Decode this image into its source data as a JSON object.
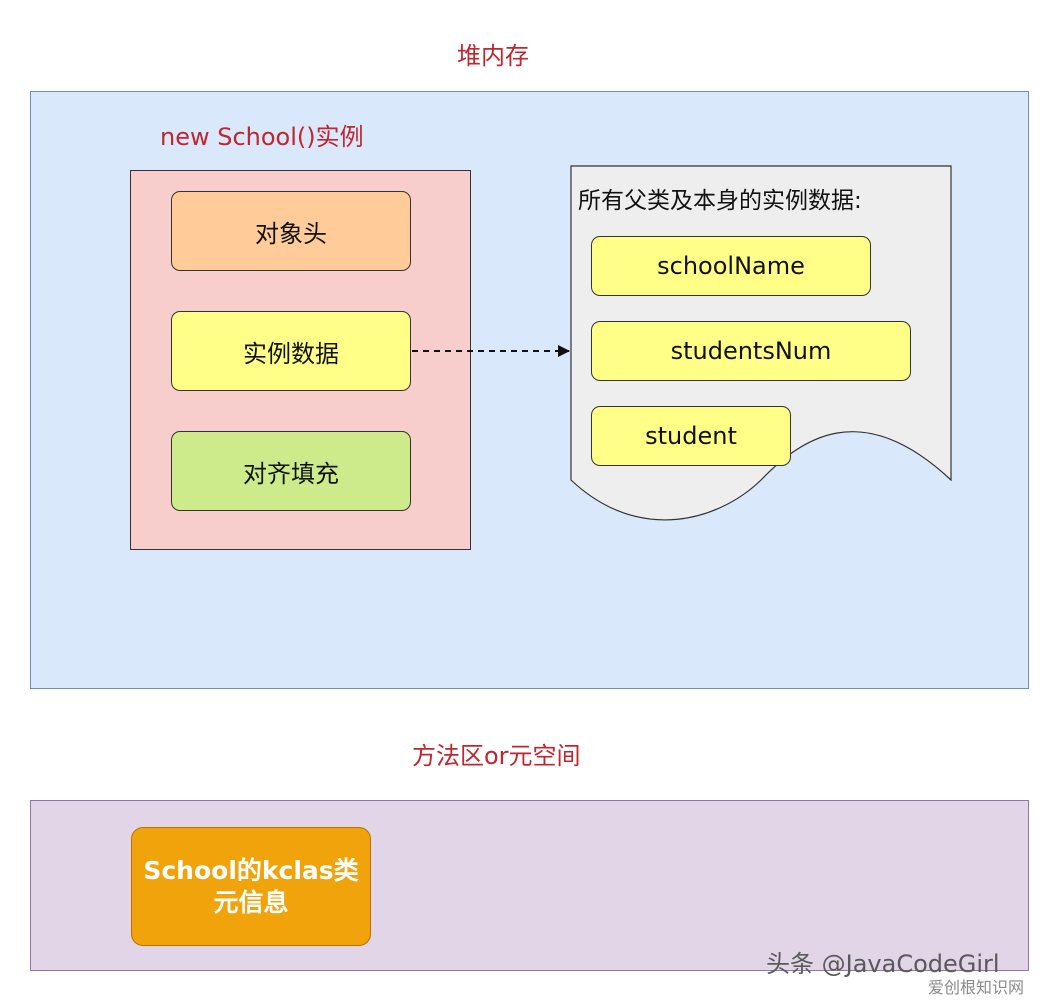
{
  "heap": {
    "title": "堆内存",
    "instance_title": "new School()实例",
    "parts": {
      "object_header": "对象头",
      "instance_data": "实例数据",
      "padding": "对齐填充"
    },
    "instance_data_doc": {
      "title": "所有父类及本身的实例数据:",
      "fields": [
        "schoolName",
        "studentsNum",
        "student"
      ]
    }
  },
  "method_area": {
    "title": "方法区or元空间",
    "klass_line1": "School的kclas类",
    "klass_line2": "元信息"
  },
  "watermark": {
    "text": "头条 @JavaCodeGirl",
    "sub": "爱创根知识网"
  }
}
